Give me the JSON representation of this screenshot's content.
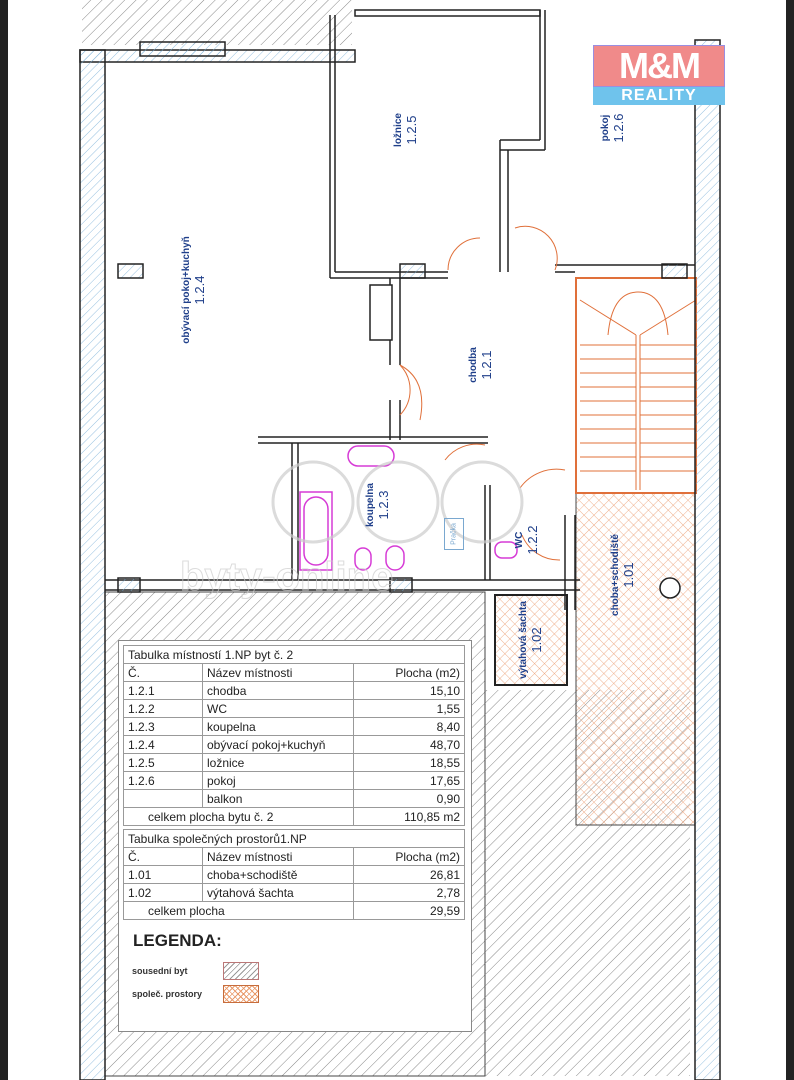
{
  "logo": {
    "brand": "M&M",
    "sub": "REALITY",
    "colors": {
      "top": "#f08a8a",
      "bottom": "#6fc3ec"
    }
  },
  "watermark": "byty-online",
  "rooms": [
    {
      "name": "obývací pokoj+kuchyň",
      "code": "1.2.4"
    },
    {
      "name": "ložnice",
      "code": "1.2.5"
    },
    {
      "name": "pokoj",
      "code": "1.2.6"
    },
    {
      "name": "chodba",
      "code": "1.2.1"
    },
    {
      "name": "koupelna",
      "code": "1.2.3"
    },
    {
      "name": "WC",
      "code": "1.2.2"
    },
    {
      "name": "výtahová šachta",
      "code": "1.02"
    },
    {
      "name": "choba+schodiště",
      "code": "1.01"
    }
  ],
  "fixtures": {
    "washer": "Pračka"
  },
  "table1": {
    "title": "Tabulka místností 1.NP byt č. 2",
    "headers": [
      "Č.",
      "Název místnosti",
      "Plocha (m2)"
    ],
    "rows": [
      [
        "1.2.1",
        "chodba",
        "15,10"
      ],
      [
        "1.2.2",
        "WC",
        "1,55"
      ],
      [
        "1.2.3",
        "koupelna",
        "8,40"
      ],
      [
        "1.2.4",
        "obývací pokoj+kuchyň",
        "48,70"
      ],
      [
        "1.2.5",
        "ložnice",
        "18,55"
      ],
      [
        "1.2.6",
        "pokoj",
        "17,65"
      ],
      [
        "",
        "balkon",
        "0,90"
      ]
    ],
    "total_label": "celkem plocha bytu č. 2",
    "total_value": "110,85 m2"
  },
  "table2": {
    "title": "Tabulka společných prostorů1.NP",
    "headers": [
      "Č.",
      "Název místnosti",
      "Plocha (m2)"
    ],
    "rows": [
      [
        "1.01",
        "choba+schodiště",
        "26,81"
      ],
      [
        "1.02",
        "výtahová šachta",
        "2,78"
      ]
    ],
    "total_label": "celkem plocha",
    "total_value": "29,59"
  },
  "legend": {
    "title": "LEGENDA:",
    "items": [
      {
        "label": "sousední byt",
        "pattern": "gray-hatch"
      },
      {
        "label": "společ. prostory",
        "pattern": "orange-crosshatch"
      }
    ]
  }
}
